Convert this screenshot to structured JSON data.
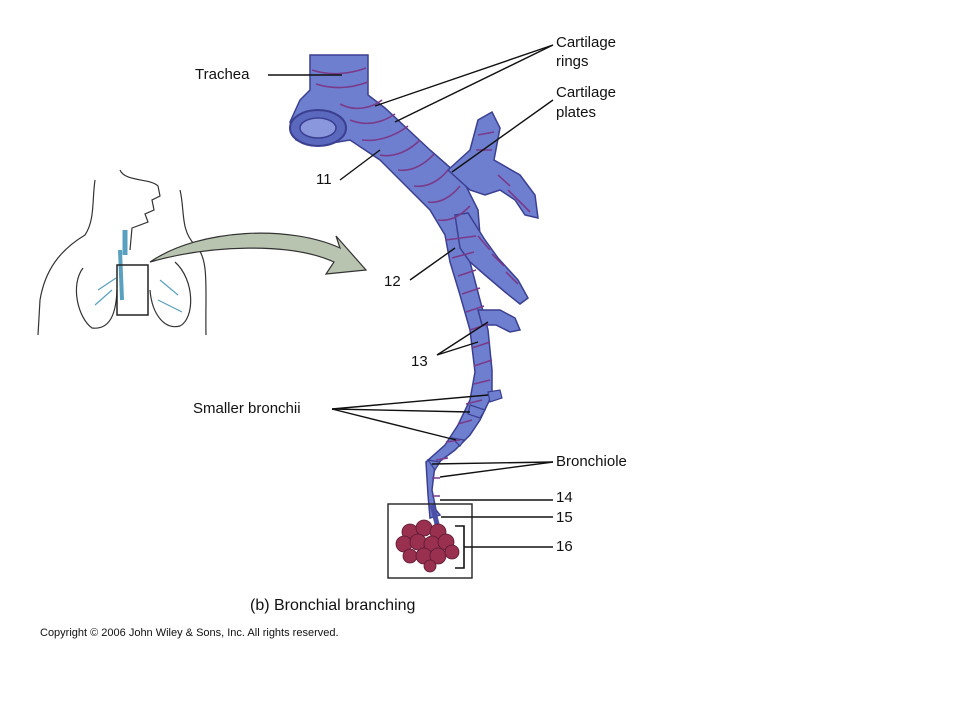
{
  "labels": {
    "trachea": "Trachea",
    "cartilage_rings": [
      "Cartilage",
      "rings"
    ],
    "cartilage_plates": [
      "Cartilage",
      "plates"
    ],
    "n11": "11",
    "n12": "12",
    "n13": "13",
    "smaller_bronchii": "Smaller bronchii",
    "bronchiole": "Bronchiole",
    "n14": "14",
    "n15": "15",
    "n16": "16"
  },
  "caption": "(b) Bronchial branching",
  "copyright": "Copyright © 2006 John Wiley & Sons, Inc.  All rights reserved.",
  "colors": {
    "airway_fill": "#6f7fd0",
    "airway_dark": "#4b4fa8",
    "cartilage_line": "#7a3a8a",
    "alveoli": "#9a3050",
    "arrow_fill": "#b8c4b0",
    "outline": "#222222"
  }
}
